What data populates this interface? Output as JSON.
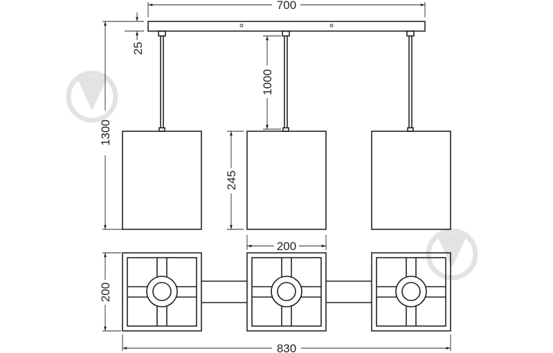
{
  "title": "Pendant lamp dimension drawing",
  "dimensions": {
    "canopy_width": "700",
    "canopy_height": "25",
    "total_height": "1300",
    "cable_length": "1000",
    "shade_height": "245",
    "shade_width": "200",
    "shade_depth": "200",
    "total_width": "830"
  },
  "colors": {
    "line": "#231f20",
    "watermark": "#e3e3e3"
  }
}
